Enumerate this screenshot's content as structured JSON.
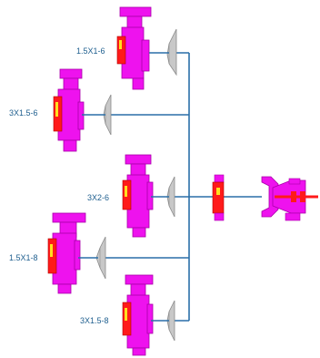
{
  "diagram": {
    "colors": {
      "casing": "#ee12ee",
      "casing_outline": "#a800a8",
      "impeller": "#ff1a1a",
      "wear_ring": "#ffe020",
      "volute_gray": "#c8c8c8",
      "volute_outline": "#8a8a8a",
      "shaft_line": "#2a6fa8",
      "label": "#1f5f8f"
    },
    "pumps": [
      {
        "label": "1.5X1-6"
      },
      {
        "label": "3X1.5-6"
      },
      {
        "label": "3X2-6"
      },
      {
        "label": "1.5X1-8"
      },
      {
        "label": "3X1.5-8"
      }
    ],
    "shared_components": [
      {
        "name": "bearing-frame-adapter"
      },
      {
        "name": "power-end"
      }
    ]
  }
}
